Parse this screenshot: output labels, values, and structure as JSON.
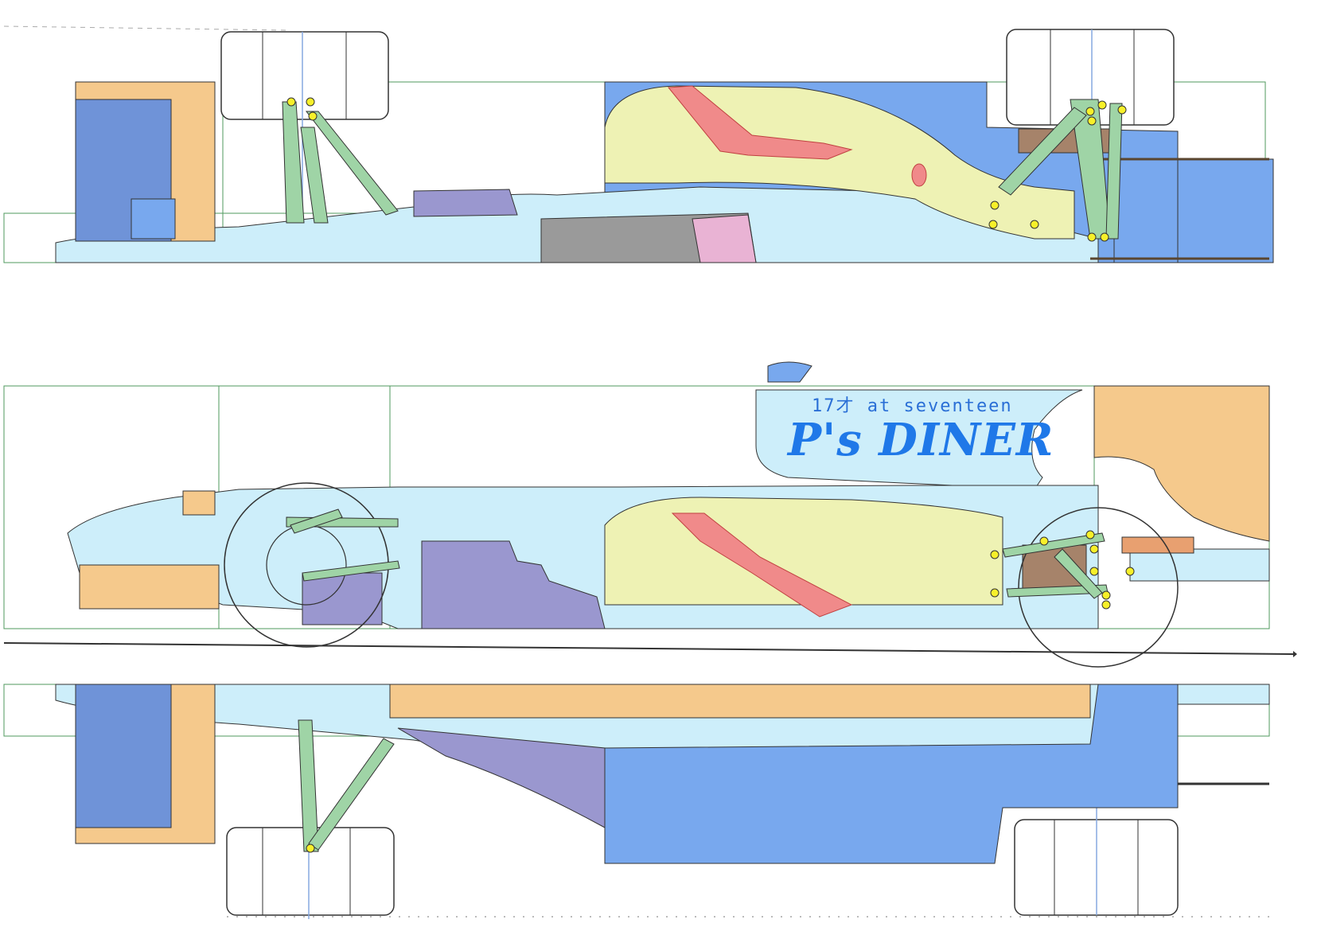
{
  "livery": {
    "tagline": "17才 at seventeen",
    "brand": "P's DINER"
  },
  "colors": {
    "chassis": "#cdeefa",
    "engine_cover": "#eef2b4",
    "floor": "#78a8ee",
    "wing": "#f5c98c",
    "endplate": "#6f93d8",
    "suspension": "#9fd4a6",
    "stripe": "#f08a8a",
    "diffuser": "#9a97cf",
    "pivot": "#f7f02a",
    "gearbox": "#a6836a",
    "line": "#2b2b2b",
    "guide": "#4f9a5e"
  },
  "views": [
    {
      "name": "top-plan-view"
    },
    {
      "name": "side-elevation-view"
    },
    {
      "name": "bottom-plan-view"
    }
  ]
}
